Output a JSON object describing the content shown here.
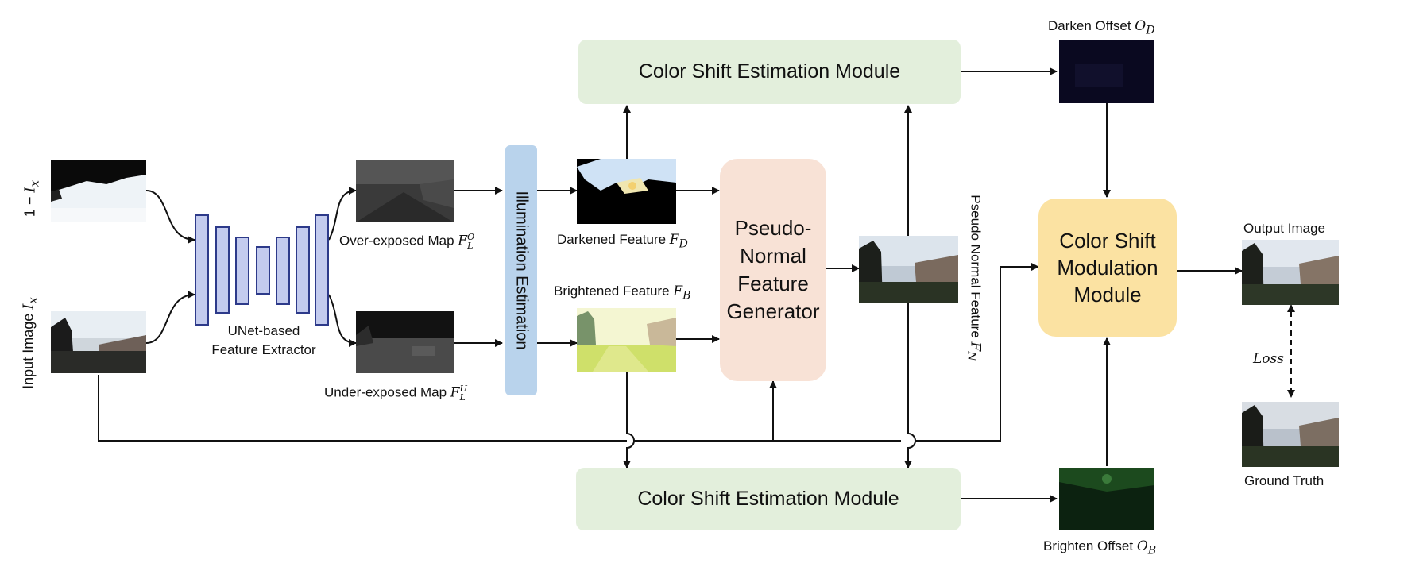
{
  "modules": {
    "color_shift_estimation_top": "Color Shift Estimation Module",
    "color_shift_estimation_bottom": "Color Shift Estimation Module",
    "illumination_estimation": "Illumination Estimation",
    "pseudo_normal_generator": [
      "Pseudo-",
      "Normal",
      "Feature",
      "Generator"
    ],
    "color_shift_modulation": [
      "Color Shift",
      "Modulation",
      "Module"
    ]
  },
  "unet": {
    "label_line1": "UNet-based",
    "label_line2": "Feature Extractor"
  },
  "labels": {
    "inverted_input_prefix": "1 − ",
    "inverted_input_sym": "I",
    "inverted_input_sub": "x",
    "input_image_prefix": "Input Image ",
    "input_image_sym": "I",
    "input_image_sub": "x",
    "over_exposed_text": "Over-exposed Map ",
    "over_exposed_sym": "F",
    "over_exposed_sub": "L",
    "over_exposed_sup": "O",
    "under_exposed_text": "Under-exposed Map ",
    "under_exposed_sym": "F",
    "under_exposed_sub": "L",
    "under_exposed_sup": "U",
    "darkened_text": "Darkened Feature ",
    "darkened_sym": "F",
    "darkened_sub": "D",
    "brightened_text": "Brightened Feature ",
    "brightened_sym": "F",
    "brightened_sub": "B",
    "pseudo_normal_text": "Pseudo Normal Feature ",
    "pseudo_normal_sym": "F",
    "pseudo_normal_sub": "N",
    "darken_offset_text": "Darken Offset ",
    "darken_offset_sym": "O",
    "darken_offset_sub": "D",
    "brighten_offset_text": "Brighten Offset ",
    "brighten_offset_sym": "O",
    "brighten_offset_sub": "B",
    "output_image": "Output Image",
    "ground_truth": "Ground Truth",
    "loss": "Loss"
  },
  "colors": {
    "csem_fill": "#e3efdc",
    "pnfg_fill": "#f8e2d6",
    "csmm_fill": "#fbe2a2",
    "illumination_fill": "#b9d3ec",
    "unet_fill": "#c3cbee",
    "unet_stroke": "#2d3a8a"
  }
}
